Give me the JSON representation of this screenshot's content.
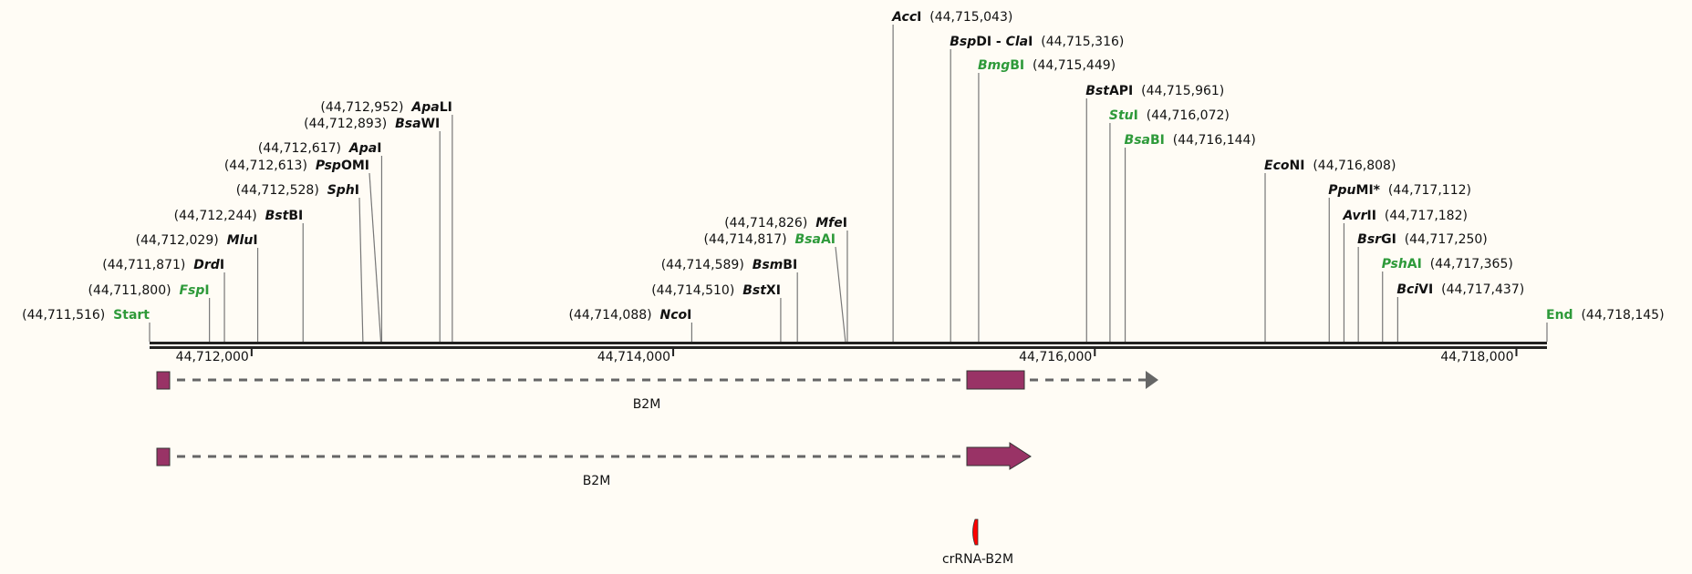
{
  "map": {
    "start": {
      "label": "Start",
      "position": "(44,711,516)",
      "pos": 44711516
    },
    "end": {
      "label": "End",
      "position": "(44,718,145)",
      "pos": 44718145
    },
    "ticks": [
      {
        "label": "44,712,000",
        "pos": 44712000
      },
      {
        "label": "44,714,000",
        "pos": 44714000
      },
      {
        "label": "44,716,000",
        "pos": 44716000
      },
      {
        "label": "44,718,000",
        "pos": 44718000
      }
    ],
    "colors": {
      "unique_site": "#2e9a3a",
      "common_site": "#111111",
      "gene": "#993366",
      "guide": "#ff0000",
      "gray_arrow": "#666666"
    }
  },
  "enzymes": [
    {
      "id": "FspI",
      "parts": [
        [
          "Fsp",
          1
        ],
        [
          "I",
          0
        ]
      ],
      "position": "(44,711,800)",
      "pos": 44711800,
      "color": "green"
    },
    {
      "id": "DrdI",
      "parts": [
        [
          "Drd",
          1
        ],
        [
          "I",
          0
        ]
      ],
      "position": "(44,711,871)",
      "pos": 44711871,
      "color": "black"
    },
    {
      "id": "MluI",
      "parts": [
        [
          "Mlu",
          1
        ],
        [
          "I",
          0
        ]
      ],
      "position": "(44,712,029)",
      "pos": 44712029,
      "color": "black"
    },
    {
      "id": "BstBI",
      "parts": [
        [
          "Bst",
          1
        ],
        [
          "BI",
          0
        ]
      ],
      "position": "(44,712,244)",
      "pos": 44712244,
      "color": "black"
    },
    {
      "id": "SphI",
      "parts": [
        [
          "Sph",
          1
        ],
        [
          "I",
          0
        ]
      ],
      "position": "(44,712,528)",
      "pos": 44712528,
      "color": "black"
    },
    {
      "id": "PspOMI",
      "parts": [
        [
          "Psp",
          1
        ],
        [
          "OMI",
          0
        ]
      ],
      "position": "(44,712,613)",
      "pos": 44712613,
      "color": "black"
    },
    {
      "id": "ApaI",
      "parts": [
        [
          "Apa",
          1
        ],
        [
          "I",
          0
        ]
      ],
      "position": "(44,712,617)",
      "pos": 44712617,
      "color": "black"
    },
    {
      "id": "BsaWI",
      "parts": [
        [
          "Bsa",
          1
        ],
        [
          "WI",
          0
        ]
      ],
      "position": "(44,712,893)",
      "pos": 44712893,
      "color": "black"
    },
    {
      "id": "ApaLI",
      "parts": [
        [
          "Apa",
          1
        ],
        [
          "LI",
          0
        ]
      ],
      "position": "(44,712,952)",
      "pos": 44712952,
      "color": "black"
    },
    {
      "id": "NcoI",
      "parts": [
        [
          "Nco",
          1
        ],
        [
          "I",
          0
        ]
      ],
      "position": "(44,714,088)",
      "pos": 44714088,
      "color": "black"
    },
    {
      "id": "BstXI",
      "parts": [
        [
          "Bst",
          1
        ],
        [
          "XI",
          0
        ]
      ],
      "position": "(44,714,510)",
      "pos": 44714510,
      "color": "black"
    },
    {
      "id": "BsmBI",
      "parts": [
        [
          "Bsm",
          1
        ],
        [
          "BI",
          0
        ]
      ],
      "position": "(44,714,589)",
      "pos": 44714589,
      "color": "black"
    },
    {
      "id": "BsaAI",
      "parts": [
        [
          "Bsa",
          1
        ],
        [
          "AI",
          0
        ]
      ],
      "position": "(44,714,817)",
      "pos": 44714817,
      "color": "green"
    },
    {
      "id": "MfeI",
      "parts": [
        [
          "Mfe",
          1
        ],
        [
          "I",
          0
        ]
      ],
      "position": "(44,714,826)",
      "pos": 44714826,
      "color": "black"
    },
    {
      "id": "AccI",
      "parts": [
        [
          "Acc",
          1
        ],
        [
          "I",
          0
        ]
      ],
      "position": "(44,715,043)",
      "pos": 44715043,
      "color": "black"
    },
    {
      "id": "BspDI-ClaI",
      "parts": [
        [
          "Bsp",
          1
        ],
        [
          "DI - ",
          0
        ],
        [
          "Cla",
          1
        ],
        [
          "I",
          0
        ]
      ],
      "position": "(44,715,316)",
      "pos": 44715316,
      "color": "black"
    },
    {
      "id": "BmgBI",
      "parts": [
        [
          "Bmg",
          1
        ],
        [
          "BI",
          0
        ]
      ],
      "position": "(44,715,449)",
      "pos": 44715449,
      "color": "green"
    },
    {
      "id": "BstAPI",
      "parts": [
        [
          "Bst",
          1
        ],
        [
          "API",
          0
        ]
      ],
      "position": "(44,715,961)",
      "pos": 44715961,
      "color": "black"
    },
    {
      "id": "StuI",
      "parts": [
        [
          "Stu",
          1
        ],
        [
          "I",
          0
        ]
      ],
      "position": "(44,716,072)",
      "pos": 44716072,
      "color": "green"
    },
    {
      "id": "BsaBI",
      "parts": [
        [
          "Bsa",
          1
        ],
        [
          "BI",
          0
        ]
      ],
      "position": "(44,716,144)",
      "pos": 44716144,
      "color": "green"
    },
    {
      "id": "EcoNI",
      "parts": [
        [
          "Eco",
          1
        ],
        [
          "NI",
          0
        ]
      ],
      "position": "(44,716,808)",
      "pos": 44716808,
      "color": "black"
    },
    {
      "id": "PpuMI",
      "parts": [
        [
          "Ppu",
          1
        ],
        [
          "MI*",
          0
        ]
      ],
      "position": "(44,717,112)",
      "pos": 44717112,
      "color": "black"
    },
    {
      "id": "AvrII",
      "parts": [
        [
          "Avr",
          1
        ],
        [
          "II",
          0
        ]
      ],
      "position": "(44,717,182)",
      "pos": 44717182,
      "color": "black"
    },
    {
      "id": "BsrGI",
      "parts": [
        [
          "Bsr",
          1
        ],
        [
          "GI",
          0
        ]
      ],
      "position": "(44,717,250)",
      "pos": 44717250,
      "color": "black"
    },
    {
      "id": "PshAI",
      "parts": [
        [
          "Psh",
          1
        ],
        [
          "AI",
          0
        ]
      ],
      "position": "(44,717,365)",
      "pos": 44717365,
      "color": "green"
    },
    {
      "id": "BciVI",
      "parts": [
        [
          "Bci",
          1
        ],
        [
          "VI",
          0
        ]
      ],
      "position": "(44,717,437)",
      "pos": 44717437,
      "color": "black"
    }
  ],
  "features": {
    "transcript1": {
      "label": "B2M"
    },
    "transcript2": {
      "label": "B2M"
    },
    "guide": {
      "label": "crRNA-B2M"
    }
  }
}
